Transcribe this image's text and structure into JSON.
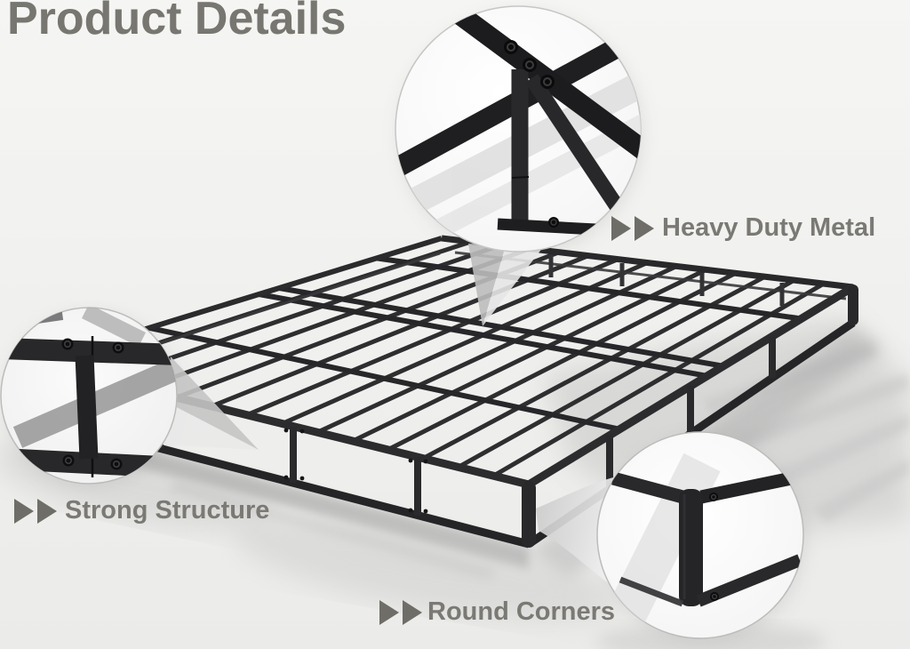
{
  "title": "Product Details",
  "callouts": {
    "heavy_duty_metal": {
      "label": "Heavy Duty Metal"
    },
    "strong_structure": {
      "label": "Strong Structure"
    },
    "round_corners": {
      "label": "Round Corners"
    }
  },
  "colors": {
    "background": "#f1f1ef",
    "title_text": "#787670",
    "label_text": "#7b7974",
    "arrow": "#6f6d68"
  }
}
